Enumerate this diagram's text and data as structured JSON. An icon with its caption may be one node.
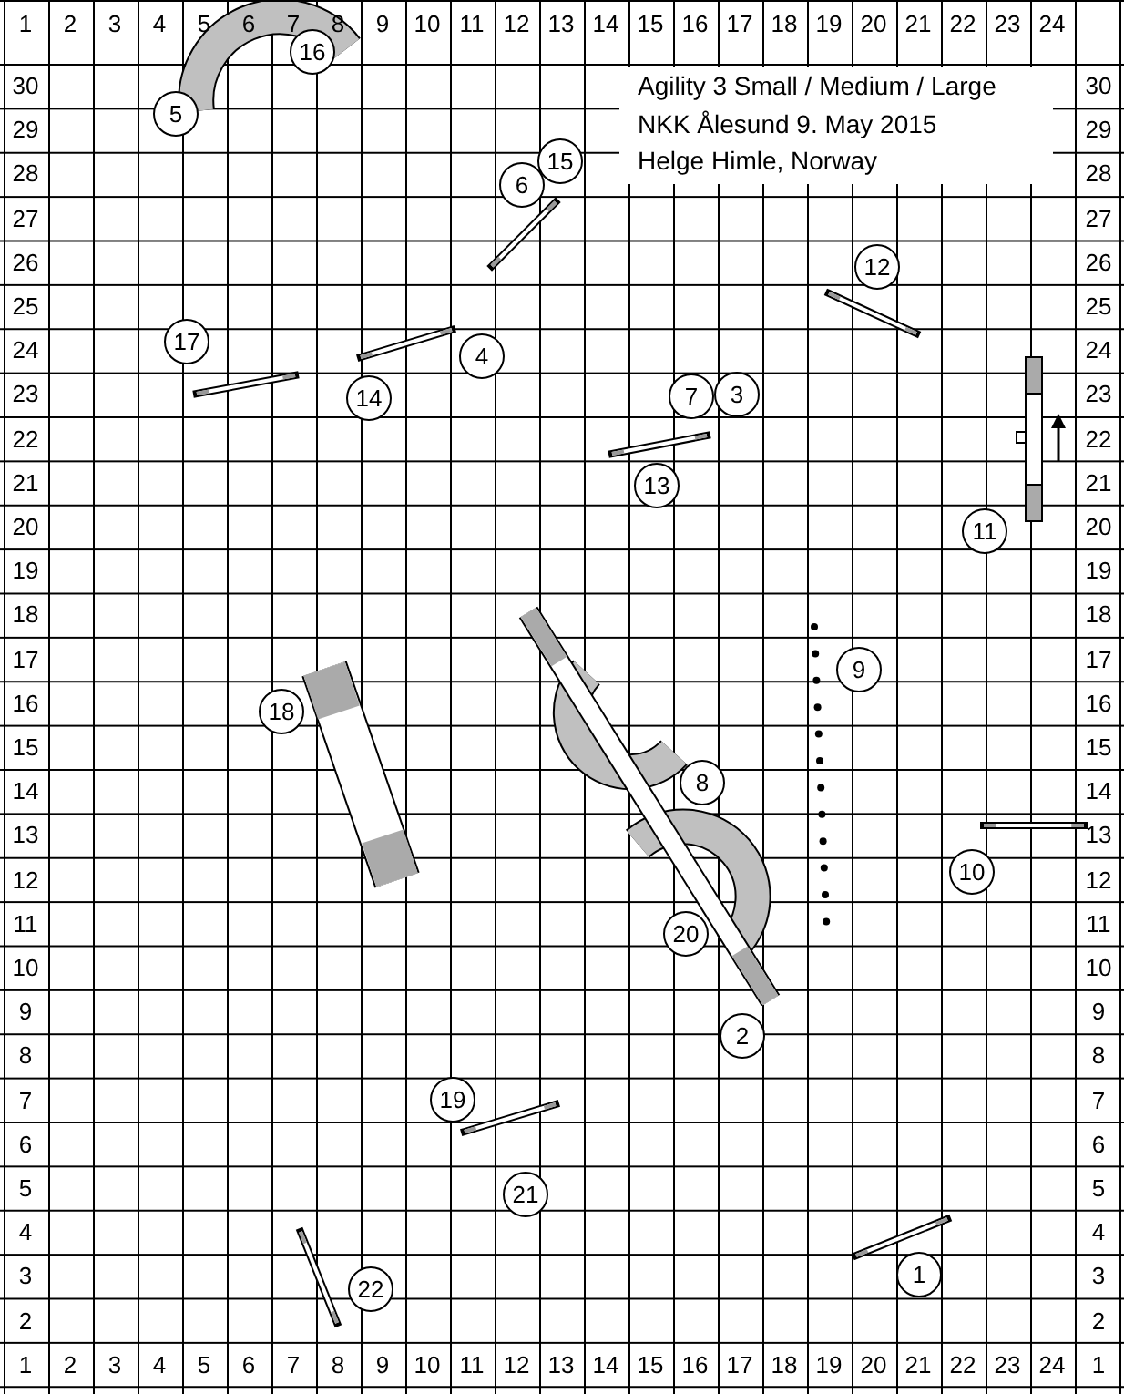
{
  "diagram": {
    "title": "Agility 3 Small / Medium / Large",
    "nodes": [
      {
        "text": [
          "1"
        ]
      },
      {
        "text": [
          "2"
        ]
      },
      {
        "text": [
          "3"
        ]
      },
      {
        "text": [
          "4"
        ]
      },
      {
        "text": [
          "5"
        ]
      },
      {
        "text": [
          "6"
        ]
      },
      {
        "text": [
          "7"
        ]
      },
      {
        "text": [
          "8"
        ]
      },
      {
        "text": [
          "9"
        ]
      },
      {
        "text": [
          "10"
        ]
      },
      {
        "text": [
          "11"
        ]
      },
      {
        "text": [
          "12"
        ]
      },
      {
        "text": [
          "13"
        ]
      },
      {
        "text": [
          "14"
        ]
      },
      {
        "text": [
          "15"
        ]
      },
      {
        "text": [
          "16"
        ]
      },
      {
        "text": [
          "17"
        ]
      },
      {
        "text": [
          "18"
        ]
      },
      {
        "text": [
          "19"
        ]
      },
      {
        "text": [
          "20"
        ]
      },
      {
        "text": [
          "21"
        ]
      },
      {
        "text": [
          "22"
        ]
      }
    ],
    "labels": [
      "1",
      "2",
      "3",
      "4",
      "5",
      "6",
      "7",
      "8",
      "9",
      "10",
      "11",
      "12",
      "13",
      "14",
      "15",
      "16",
      "17",
      "18",
      "19",
      "20",
      "21",
      "22",
      "23",
      "24",
      "NKK Ålesund 9. May 2015",
      "Helge Himle, Norway",
      "30",
      "30",
      "29",
      "29",
      "28",
      "28",
      "27",
      "27",
      "26",
      "26",
      "25",
      "25",
      "24",
      "24",
      "23",
      "23",
      "22",
      "22",
      "21",
      "21",
      "20",
      "20",
      "19",
      "19",
      "18",
      "18",
      "17",
      "17",
      "16",
      "16",
      "15",
      "15",
      "14",
      "14",
      "13",
      "13",
      "12",
      "12",
      "11",
      "11",
      "10",
      "10",
      "9",
      "9",
      "8",
      "8",
      "7",
      "7",
      "6",
      "6",
      "5",
      "5",
      "4",
      "4",
      "3",
      "3",
      "2",
      "2",
      "1",
      "2",
      "3",
      "4",
      "5",
      "6",
      "7",
      "8",
      "9",
      "10",
      "11",
      "12",
      "13",
      "14",
      "15",
      "16",
      "17",
      "18",
      "19",
      "20",
      "21",
      "22",
      "23",
      "24",
      "1"
    ]
  }
}
